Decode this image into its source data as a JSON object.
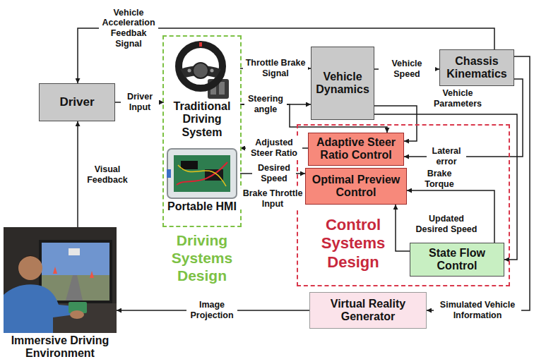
{
  "diagram": {
    "nodes": [
      {
        "text": [
          "Driver"
        ]
      },
      {
        "text": [
          "Driving Systems Design"
        ]
      },
      {
        "text": [
          "Traditional Driving System"
        ],
        "in": 1
      },
      {
        "text": [
          "Portable HMI"
        ],
        "in": 1
      },
      {
        "text": [
          "Vehicle Dynamics"
        ]
      },
      {
        "text": [
          "Chassis Kinematics"
        ]
      },
      {
        "text": [
          "Control Systems Design"
        ]
      },
      {
        "text": [
          "Adaptive Steer Ratio Control"
        ],
        "in": 6
      },
      {
        "text": [
          "Optimal Preview Control"
        ],
        "in": 6
      },
      {
        "text": [
          "State Flow Control"
        ],
        "in": 6
      },
      {
        "text": [
          "Virtual Reality Generator"
        ]
      },
      {
        "text": [
          "Immersive Driving Environment"
        ]
      }
    ],
    "edges": [
      {
        "from": 5,
        "to": 0,
        "label": "Vehicle Acceleration Feedbak Signal",
        "arrow": "to"
      },
      {
        "from": 0,
        "to": 2,
        "label": "Driver Input",
        "arrow": "to"
      },
      {
        "from": 2,
        "to": 4,
        "label": "Throttle Brake Signal",
        "arrow": "to"
      },
      {
        "from": 2,
        "to": 4,
        "label": "Steering angle",
        "arrow": "to"
      },
      {
        "from": 2,
        "to": 7,
        "arrow": "to"
      },
      {
        "from": 4,
        "to": 5,
        "label": "Vehicle Speed",
        "arrow": "to"
      },
      {
        "from": 4,
        "to": 7,
        "label": "Vehicle Parameters",
        "arrow": "to"
      },
      {
        "from": 5,
        "to": 7,
        "label": "Lateral error",
        "arrow": "to"
      },
      {
        "from": 5,
        "to": 10,
        "label": "Simulated Vehicle Information",
        "arrow": "to"
      },
      {
        "from": 4,
        "to": 9,
        "arrow": "to"
      },
      {
        "from": 9,
        "to": 8,
        "label": "Brake Torque",
        "arrow": "to"
      },
      {
        "from": 9,
        "to": 8,
        "label": "Updated Desired Speed",
        "arrow": "to"
      },
      {
        "from": 7,
        "to": 3,
        "label": "Adjusted Steer Ratio",
        "arrow": "to"
      },
      {
        "from": 3,
        "to": 8,
        "label": "Desired Speed",
        "arrow": "to"
      },
      {
        "from": 8,
        "to": 3,
        "label": "Brake Throttle Input",
        "arrow": "to"
      },
      {
        "from": 11,
        "to": 0,
        "label": "Visual Feedback",
        "arrow": "to"
      },
      {
        "from": 10,
        "to": 11,
        "label": "Image Projection",
        "arrow": "to"
      }
    ]
  }
}
